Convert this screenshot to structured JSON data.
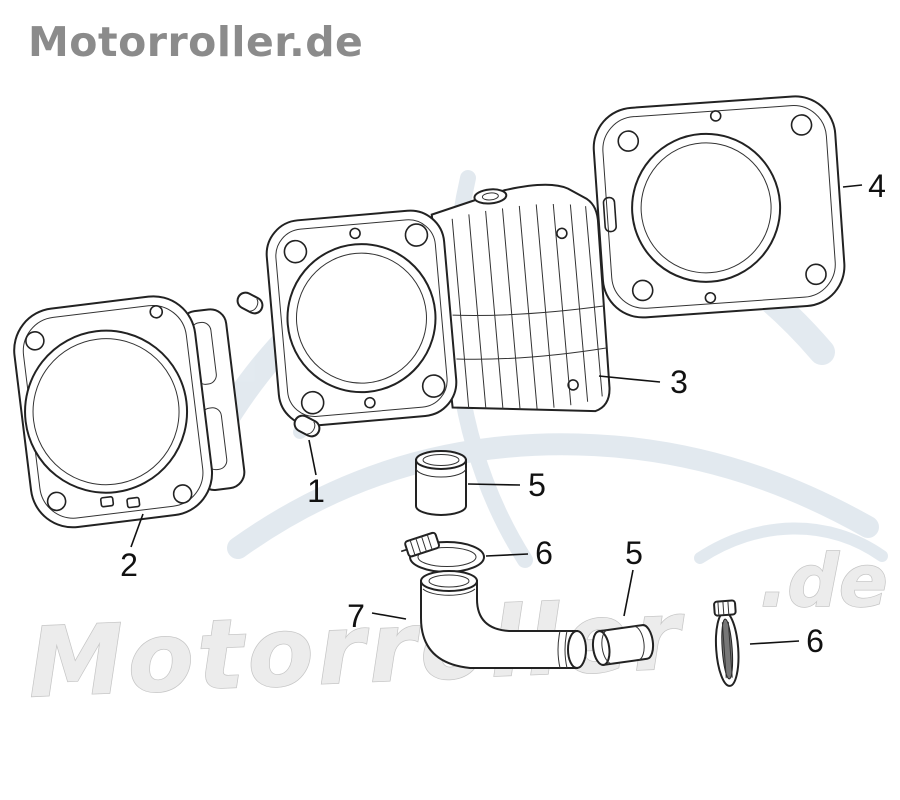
{
  "branding": {
    "logo_text": "Motorroller.de",
    "watermark_text": "Motorroller",
    "watermark_suffix": ".de",
    "logo_color": "#8b8b8b",
    "watermark_fill": "#ececec",
    "watermark_stroke": "#c6c6c6",
    "swoosh_color": "#ccd8e3"
  },
  "diagram": {
    "line_color": "#222222",
    "parts": {
      "p1": "1",
      "p2": "2",
      "p3": "3",
      "p4": "4",
      "p5a": "5",
      "p5b": "5",
      "p6a": "6",
      "p6b": "6",
      "p7": "7"
    }
  }
}
